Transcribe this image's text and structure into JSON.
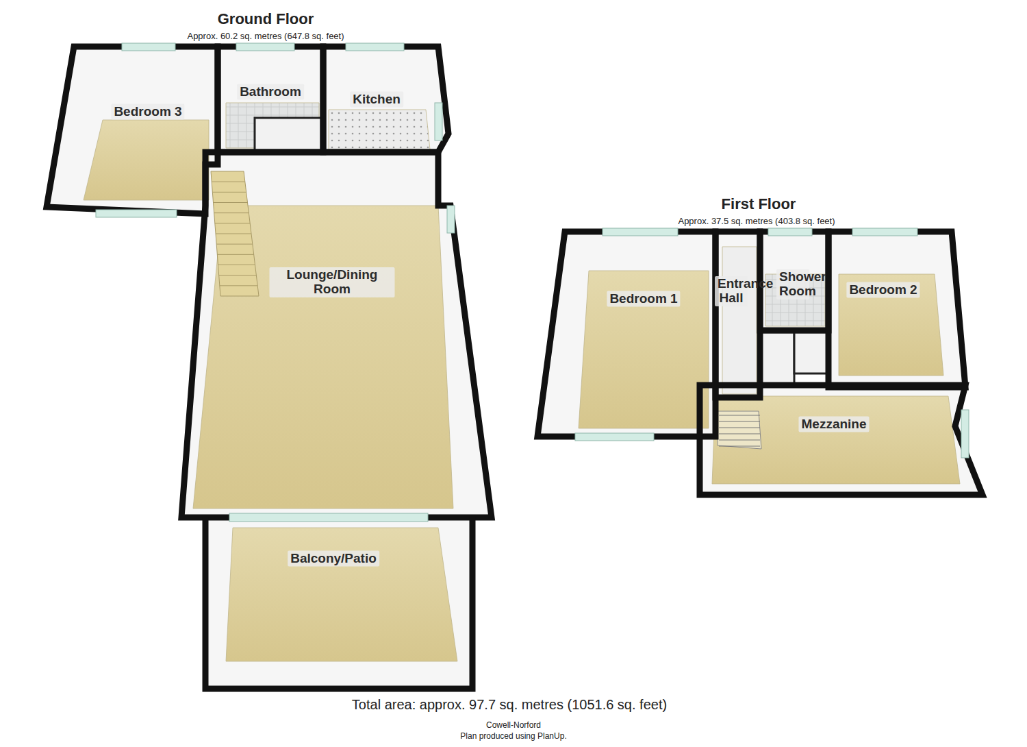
{
  "diagram": {
    "caption": "Total area: approx. 97.7 sq. metres (1051.6 sq. feet)",
    "nodes": [
      {
        "text": [
          "Bedroom 3"
        ]
      },
      {
        "text": [
          "Bathroom"
        ]
      },
      {
        "text": [
          "Kitchen"
        ]
      },
      {
        "text": [
          "Lounge/Dining Room"
        ]
      },
      {
        "text": [
          "Balcony/Patio"
        ]
      },
      {
        "text": [
          "Bedroom 1"
        ]
      },
      {
        "text": [
          "Entrance Hall"
        ]
      },
      {
        "text": [
          "Shower Room"
        ]
      },
      {
        "text": [
          "Bedroom 2"
        ]
      },
      {
        "text": [
          "Mezzanine"
        ]
      }
    ],
    "labels": [
      "Ground Floor",
      "Approx. 60.2 sq. metres (647.8 sq. feet)",
      "First Floor",
      "Approx. 37.5 sq. metres (403.8 sq. feet)",
      "Cowell-Norford",
      "Plan produced using PlanUp."
    ]
  }
}
